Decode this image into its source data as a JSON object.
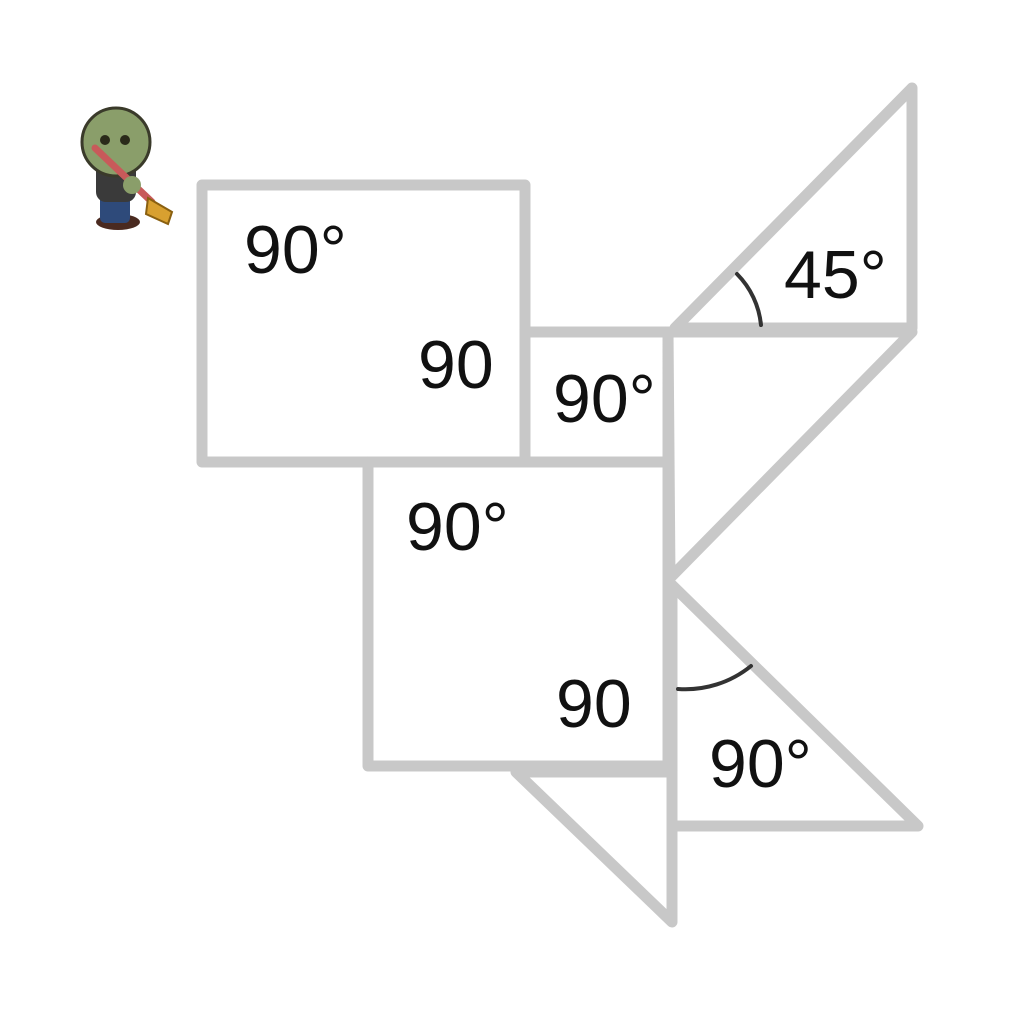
{
  "labels": {
    "big_square_top": "90°",
    "big_square_bottom": "90",
    "small_square": "90°",
    "lower_square_top": "90°",
    "lower_square_bottom": "90",
    "top_triangle": "45°",
    "lower_triangle": "90°"
  },
  "colors": {
    "stroke": "#c8c8c8",
    "arc": "#333333",
    "text": "#111111",
    "background": "#ffffff"
  },
  "icons": {
    "character": "zombie-sweeper-icon"
  }
}
